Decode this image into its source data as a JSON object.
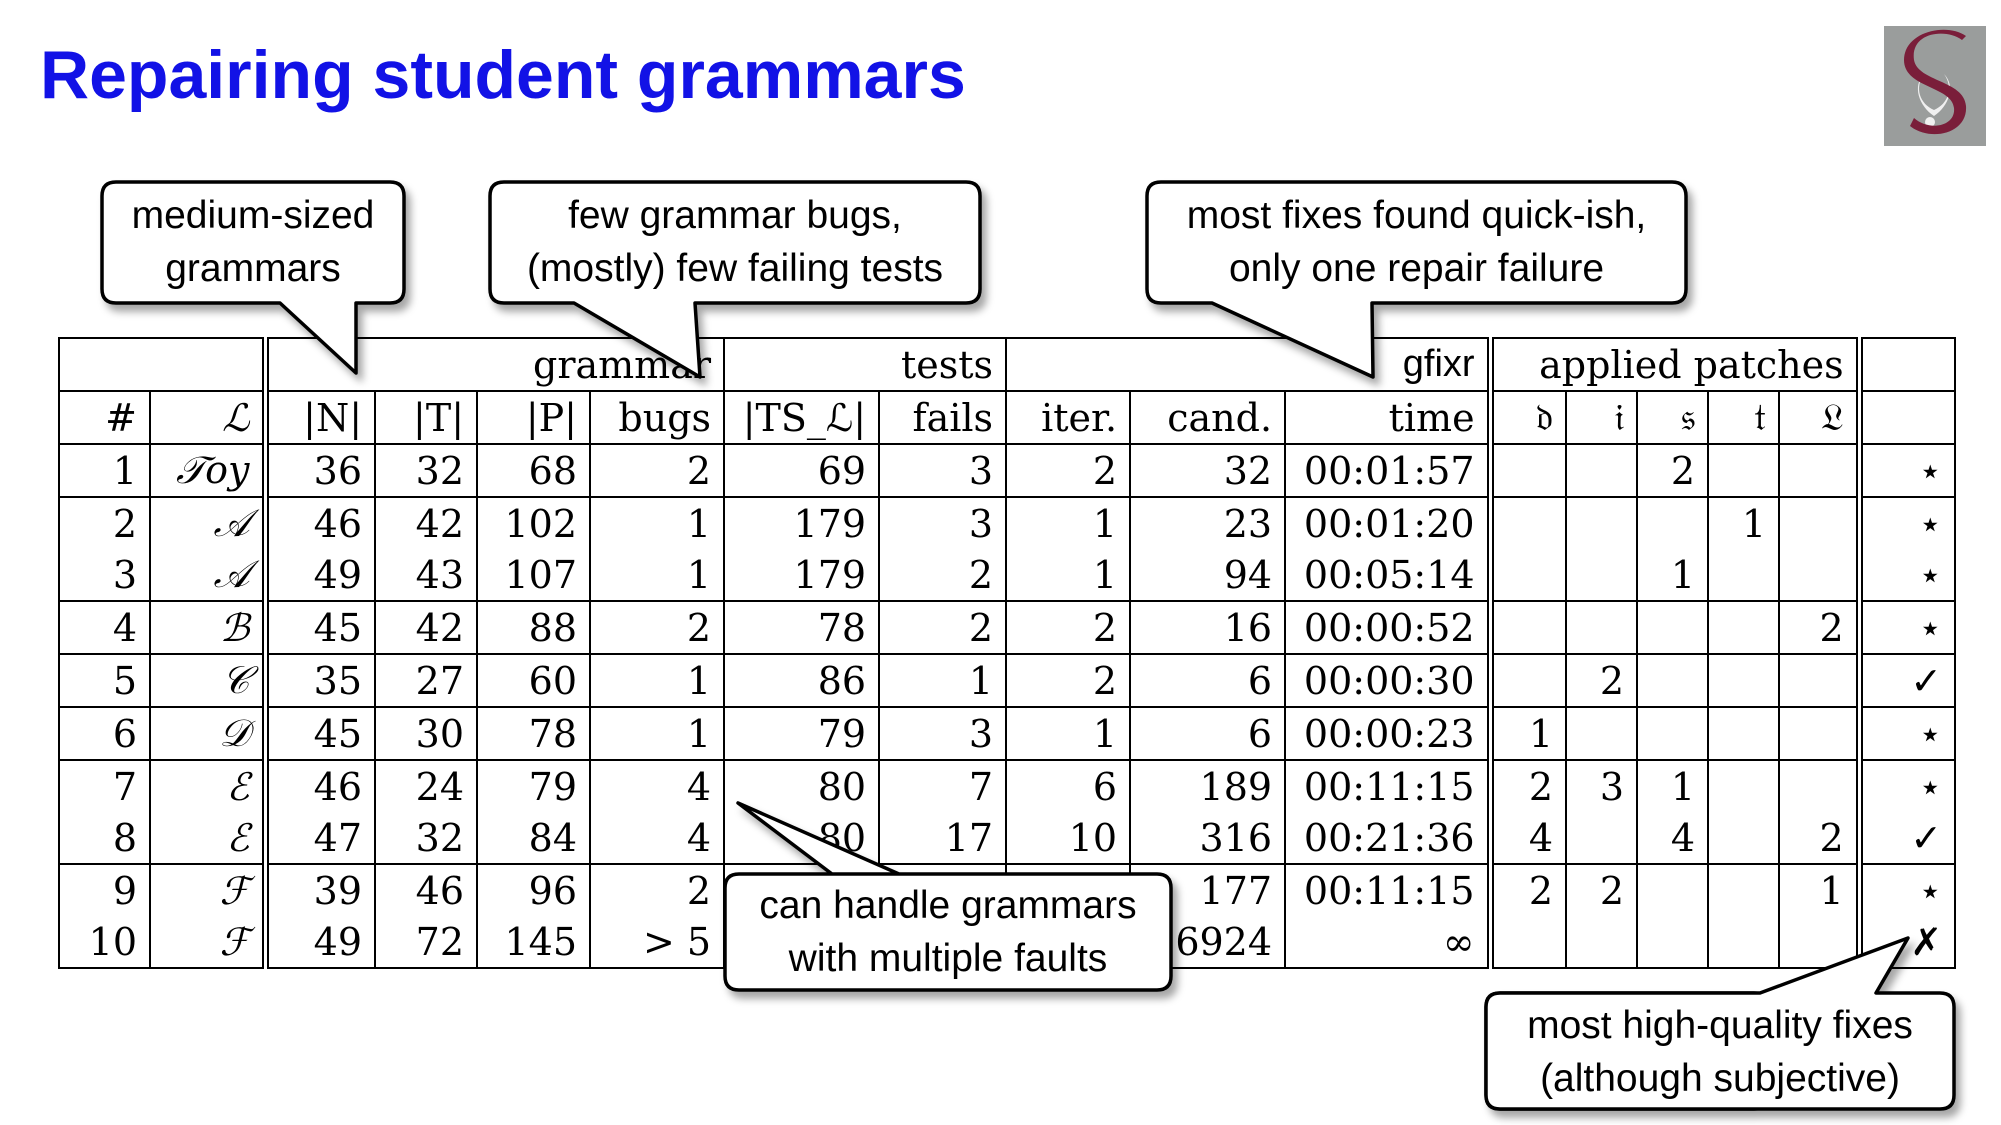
{
  "slide": {
    "title": "Repairing student grammars"
  },
  "table": {
    "group_headers": {
      "grammar": "grammar",
      "tests": "tests",
      "gfixr": "gfixr",
      "patches": "applied patches"
    },
    "col_headers": [
      "#",
      "ℒ",
      "|N|",
      "|T|",
      "|P|",
      "bugs",
      "|TS_ℒ|",
      "fails",
      "iter.",
      "cand.",
      "time",
      "𝔡",
      "𝔦",
      "𝔰",
      "𝔱",
      "𝔏",
      ""
    ],
    "rows": [
      [
        "1",
        "𝒯oy",
        "36",
        "32",
        "68",
        "2",
        "69",
        "3",
        "2",
        "32",
        "00:01:57",
        "",
        "",
        "2",
        "",
        "",
        "⋆"
      ],
      [
        "2",
        "𝒜",
        "46",
        "42",
        "102",
        "1",
        "179",
        "3",
        "1",
        "23",
        "00:01:20",
        "",
        "",
        "",
        "1",
        "",
        "⋆"
      ],
      [
        "3",
        "𝒜",
        "49",
        "43",
        "107",
        "1",
        "179",
        "2",
        "1",
        "94",
        "00:05:14",
        "",
        "",
        "1",
        "",
        "",
        "⋆"
      ],
      [
        "4",
        "ℬ",
        "45",
        "42",
        "88",
        "2",
        "78",
        "2",
        "2",
        "16",
        "00:00:52",
        "",
        "",
        "",
        "",
        "2",
        "⋆"
      ],
      [
        "5",
        "𝒞",
        "35",
        "27",
        "60",
        "1",
        "86",
        "1",
        "2",
        "6",
        "00:00:30",
        "",
        "2",
        "",
        "",
        "",
        "✓"
      ],
      [
        "6",
        "𝒟",
        "45",
        "30",
        "78",
        "1",
        "79",
        "3",
        "1",
        "6",
        "00:00:23",
        "1",
        "",
        "",
        "",
        "",
        "⋆"
      ],
      [
        "7",
        "ℰ",
        "46",
        "24",
        "79",
        "4",
        "80",
        "7",
        "6",
        "189",
        "00:11:15",
        "2",
        "3",
        "1",
        "",
        "",
        "⋆"
      ],
      [
        "8",
        "ℰ",
        "47",
        "32",
        "84",
        "4",
        "80",
        "17",
        "10",
        "316",
        "00:21:36",
        "4",
        "",
        "4",
        "",
        "2",
        "✓"
      ],
      [
        "9",
        "ℱ",
        "39",
        "46",
        "96",
        "2",
        "",
        "",
        "",
        "177",
        "00:11:15",
        "2",
        "2",
        "",
        "",
        "1",
        "⋆"
      ],
      [
        "10",
        "ℱ",
        "49",
        "72",
        "145",
        "> 5",
        "",
        "",
        "",
        "36924",
        "∞",
        "",
        "",
        "",
        "",
        "",
        "✗"
      ]
    ]
  },
  "callouts": {
    "medium": [
      "medium-sized",
      "grammars"
    ],
    "bugs": [
      "few grammar bugs,",
      "(mostly) few failing tests"
    ],
    "fixes": [
      "most fixes found quick-ish,",
      "only one repair failure"
    ],
    "faults": [
      "can handle grammars",
      "with multiple faults"
    ],
    "quality": [
      "most high-quality fixes",
      "(although subjective)"
    ]
  },
  "colors": {
    "title": "#1212e6",
    "logo_bg": "#9a9d9c",
    "logo_letter": "#7a1e3a"
  }
}
